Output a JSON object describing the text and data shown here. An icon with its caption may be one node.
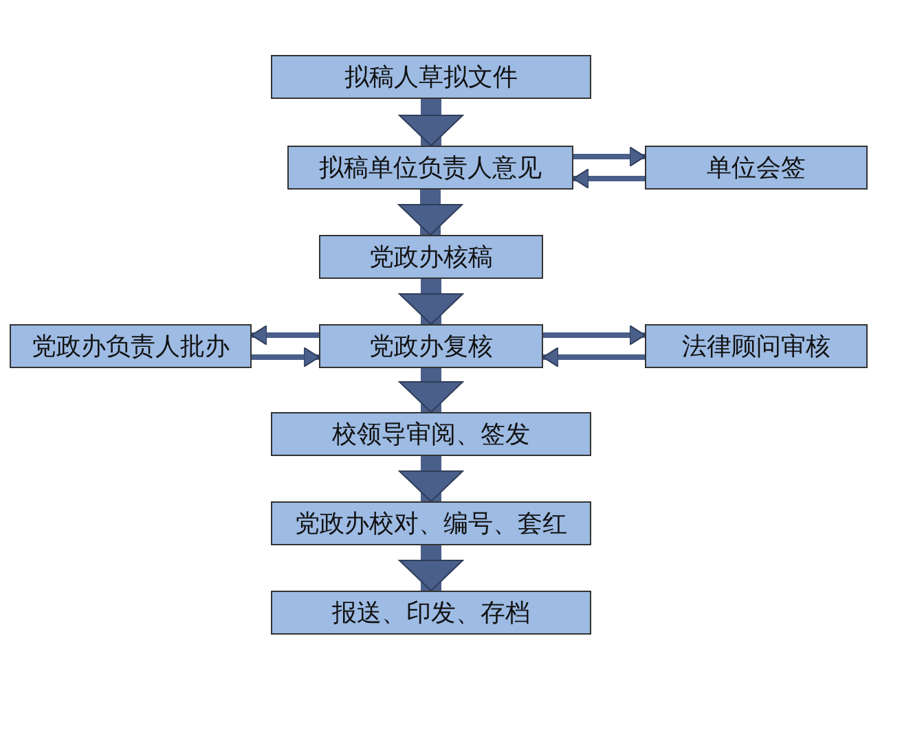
{
  "diagram": {
    "nodes": [
      {
        "text": [
          "拟稿人草拟文件"
        ]
      },
      {
        "text": [
          "拟稿单位负责人意见"
        ]
      },
      {
        "text": [
          "单位会签"
        ]
      },
      {
        "text": [
          "党政办核稿"
        ]
      },
      {
        "text": [
          "党政办负责人批办"
        ]
      },
      {
        "text": [
          "党政办复核"
        ]
      },
      {
        "text": [
          "法律顾问审核"
        ]
      },
      {
        "text": [
          "校领导审阅、签发"
        ]
      },
      {
        "text": [
          "党政办校对、编号、套红"
        ]
      },
      {
        "text": [
          "报送、印发、存档"
        ]
      }
    ],
    "edges": [
      {
        "from": 0,
        "to": 1,
        "arrow": "to",
        "style": "thick"
      },
      {
        "from": 1,
        "to": 2,
        "arrow": "to"
      },
      {
        "from": 2,
        "to": 1,
        "arrow": "to"
      },
      {
        "from": 1,
        "to": 3,
        "arrow": "to",
        "style": "thick"
      },
      {
        "from": 3,
        "to": 5,
        "arrow": "to",
        "style": "thick"
      },
      {
        "from": 5,
        "to": 4,
        "arrow": "to"
      },
      {
        "from": 4,
        "to": 5,
        "arrow": "to"
      },
      {
        "from": 5,
        "to": 6,
        "arrow": "to"
      },
      {
        "from": 6,
        "to": 5,
        "arrow": "to"
      },
      {
        "from": 5,
        "to": 7,
        "arrow": "to",
        "style": "thick"
      },
      {
        "from": 7,
        "to": 8,
        "arrow": "to",
        "style": "thick"
      },
      {
        "from": 8,
        "to": 9,
        "arrow": "to",
        "style": "thick"
      }
    ]
  }
}
